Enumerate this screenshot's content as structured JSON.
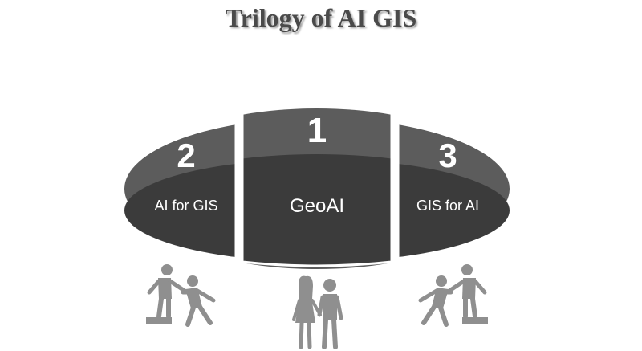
{
  "title": "Trilogy of AI GIS",
  "segments": [
    {
      "number": "2",
      "label": "AI for GIS"
    },
    {
      "number": "1",
      "label": "GeoAI"
    },
    {
      "number": "3",
      "label": "GIS for AI"
    }
  ],
  "figures": [
    {
      "icon": "helping-hand-people-icon"
    },
    {
      "icon": "couple-walking-icon"
    },
    {
      "icon": "helping-hand-people-icon"
    }
  ],
  "colors": {
    "outer": "#5c5c5c",
    "inner": "#3b3b3b",
    "text": "#ffffff",
    "stroke": "#ffffff",
    "figure": "#8f8f8f"
  }
}
